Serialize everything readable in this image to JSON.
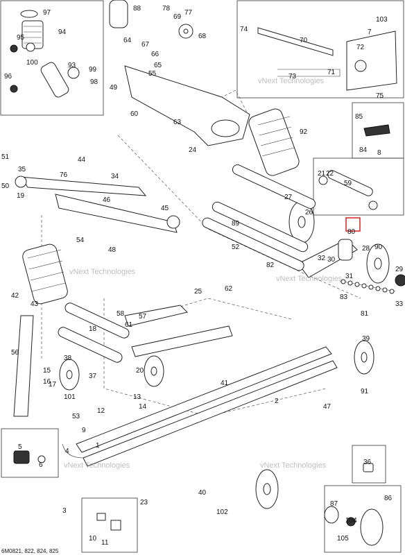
{
  "diagram": {
    "highlight_colors": {
      "callout": "#d32020",
      "line": "#222222"
    },
    "watermark_text": "vNext Technologies",
    "footer_code": "6M0821, 822, 824, 825",
    "highlighted_callout": "80",
    "callouts": [
      {
        "id": "97"
      },
      {
        "id": "88"
      },
      {
        "id": "78"
      },
      {
        "id": "69"
      },
      {
        "id": "77"
      },
      {
        "id": "94"
      },
      {
        "id": "95"
      },
      {
        "id": "100"
      },
      {
        "id": "96"
      },
      {
        "id": "93"
      },
      {
        "id": "99"
      },
      {
        "id": "98"
      },
      {
        "id": "64"
      },
      {
        "id": "67"
      },
      {
        "id": "66"
      },
      {
        "id": "65"
      },
      {
        "id": "68"
      },
      {
        "id": "55"
      },
      {
        "id": "49"
      },
      {
        "id": "60"
      },
      {
        "id": "63"
      },
      {
        "id": "74"
      },
      {
        "id": "70"
      },
      {
        "id": "103"
      },
      {
        "id": "7"
      },
      {
        "id": "72"
      },
      {
        "id": "71"
      },
      {
        "id": "73"
      },
      {
        "id": "75"
      },
      {
        "id": "92"
      },
      {
        "id": "85"
      },
      {
        "id": "84"
      },
      {
        "id": "8"
      },
      {
        "id": "24"
      },
      {
        "id": "51"
      },
      {
        "id": "35"
      },
      {
        "id": "50"
      },
      {
        "id": "19"
      },
      {
        "id": "76"
      },
      {
        "id": "44"
      },
      {
        "id": "34"
      },
      {
        "id": "46"
      },
      {
        "id": "45"
      },
      {
        "id": "54"
      },
      {
        "id": "48"
      },
      {
        "id": "21"
      },
      {
        "id": "22"
      },
      {
        "id": "59"
      },
      {
        "id": "27"
      },
      {
        "id": "26"
      },
      {
        "id": "89"
      },
      {
        "id": "80"
      },
      {
        "id": "52"
      },
      {
        "id": "90"
      },
      {
        "id": "28"
      },
      {
        "id": "29"
      },
      {
        "id": "82"
      },
      {
        "id": "32"
      },
      {
        "id": "31"
      },
      {
        "id": "30"
      },
      {
        "id": "83"
      },
      {
        "id": "81"
      },
      {
        "id": "33"
      },
      {
        "id": "42"
      },
      {
        "id": "43"
      },
      {
        "id": "62"
      },
      {
        "id": "25"
      },
      {
        "id": "61"
      },
      {
        "id": "57"
      },
      {
        "id": "58"
      },
      {
        "id": "18"
      },
      {
        "id": "56"
      },
      {
        "id": "40"
      },
      {
        "id": "47"
      },
      {
        "id": "39"
      },
      {
        "id": "2"
      },
      {
        "id": "101"
      },
      {
        "id": "38"
      },
      {
        "id": "15"
      },
      {
        "id": "16"
      },
      {
        "id": "17"
      },
      {
        "id": "37"
      },
      {
        "id": "20"
      },
      {
        "id": "12"
      },
      {
        "id": "13"
      },
      {
        "id": "14"
      },
      {
        "id": "41"
      },
      {
        "id": "91"
      },
      {
        "id": "53"
      },
      {
        "id": "9"
      },
      {
        "id": "1"
      },
      {
        "id": "5"
      },
      {
        "id": "6"
      },
      {
        "id": "10"
      },
      {
        "id": "11"
      },
      {
        "id": "23"
      },
      {
        "id": "102"
      },
      {
        "id": "36"
      },
      {
        "id": "86"
      },
      {
        "id": "87"
      },
      {
        "id": "104"
      },
      {
        "id": "105"
      },
      {
        "id": "3"
      },
      {
        "id": "4"
      }
    ]
  }
}
